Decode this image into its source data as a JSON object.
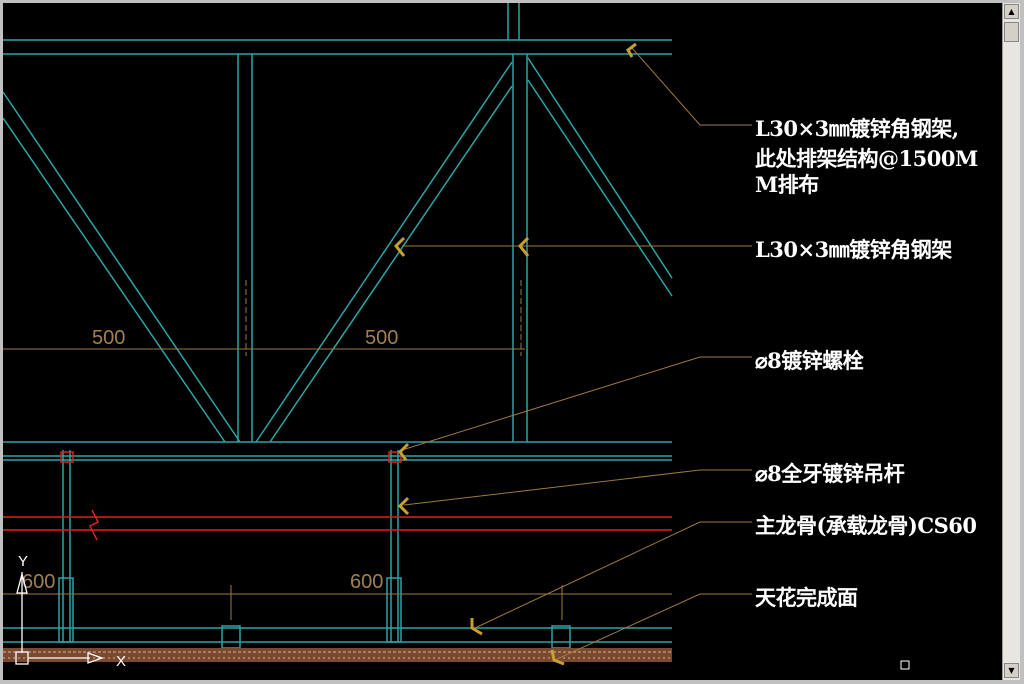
{
  "annotations": [
    {
      "id": "angle-steel-frame-note",
      "lines": [
        "L30×3㎜镀锌角钢架,",
        "此处排架结构@1500MM排布"
      ]
    },
    {
      "id": "angle-steel-frame",
      "lines": [
        "L30×3㎜镀锌角钢架"
      ]
    },
    {
      "id": "bolt",
      "lines": [
        "⌀8镀锌螺栓"
      ]
    },
    {
      "id": "hanger-rod",
      "lines": [
        "⌀8全牙镀锌吊杆"
      ]
    },
    {
      "id": "main-keel",
      "lines": [
        "主龙骨(承载龙骨)CS60"
      ]
    },
    {
      "id": "ceiling-finish",
      "lines": [
        "天花完成面"
      ]
    }
  ],
  "dimensions": {
    "top_left": "500",
    "top_right": "500",
    "bottom_left": "600",
    "bottom_right": "600"
  },
  "ucs": {
    "x_label": "X",
    "y_label": "Y"
  },
  "colors": {
    "structure": "#2aa6a6",
    "leader": "#a07840",
    "red": "#e02020",
    "text": "#ffffff",
    "arrow": "#c8a030"
  }
}
